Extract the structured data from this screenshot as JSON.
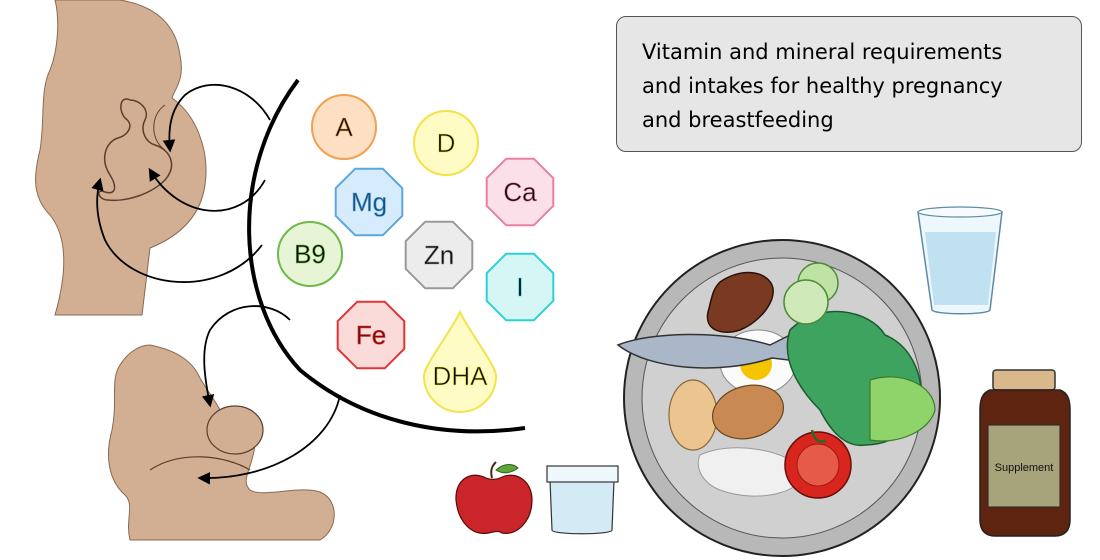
{
  "title": {
    "lines": [
      "Vitamin and mineral requirements",
      "and intakes for healthy pregnancy",
      "and breastfeeding"
    ]
  },
  "nutrients": [
    {
      "label": "A",
      "shape": "circle",
      "fill": "#fde0c4",
      "stroke": "#f0a050"
    },
    {
      "label": "D",
      "shape": "circle",
      "fill": "#fefbc4",
      "stroke": "#f3e24a"
    },
    {
      "label": "Ca",
      "shape": "octagon",
      "fill": "#fbe0ea",
      "stroke": "#e97fa7"
    },
    {
      "label": "Mg",
      "shape": "octagon",
      "fill": "#d6ebfb",
      "stroke": "#5aa7e0"
    },
    {
      "label": "Zn",
      "shape": "octagon",
      "fill": "#ececec",
      "stroke": "#999999"
    },
    {
      "label": "I",
      "shape": "octagon",
      "fill": "#d6f6f6",
      "stroke": "#28d2d6"
    },
    {
      "label": "B9",
      "shape": "circle",
      "fill": "#e7f4d6",
      "stroke": "#6fb84a"
    },
    {
      "label": "Fe",
      "shape": "octagon",
      "fill": "#fbdada",
      "stroke": "#e23434"
    },
    {
      "label": "DHA",
      "shape": "drop",
      "fill": "#fefbc4",
      "stroke": "#f3e24a"
    }
  ],
  "supplement_label": "Supplement",
  "colors": {
    "skin": "#d2ae93",
    "skin_dark": "#a87e62",
    "plate": "#b8b8b8",
    "supplement_bottle": "#5e2410",
    "apple": "#c9252b",
    "water": "#d4eaf5"
  }
}
